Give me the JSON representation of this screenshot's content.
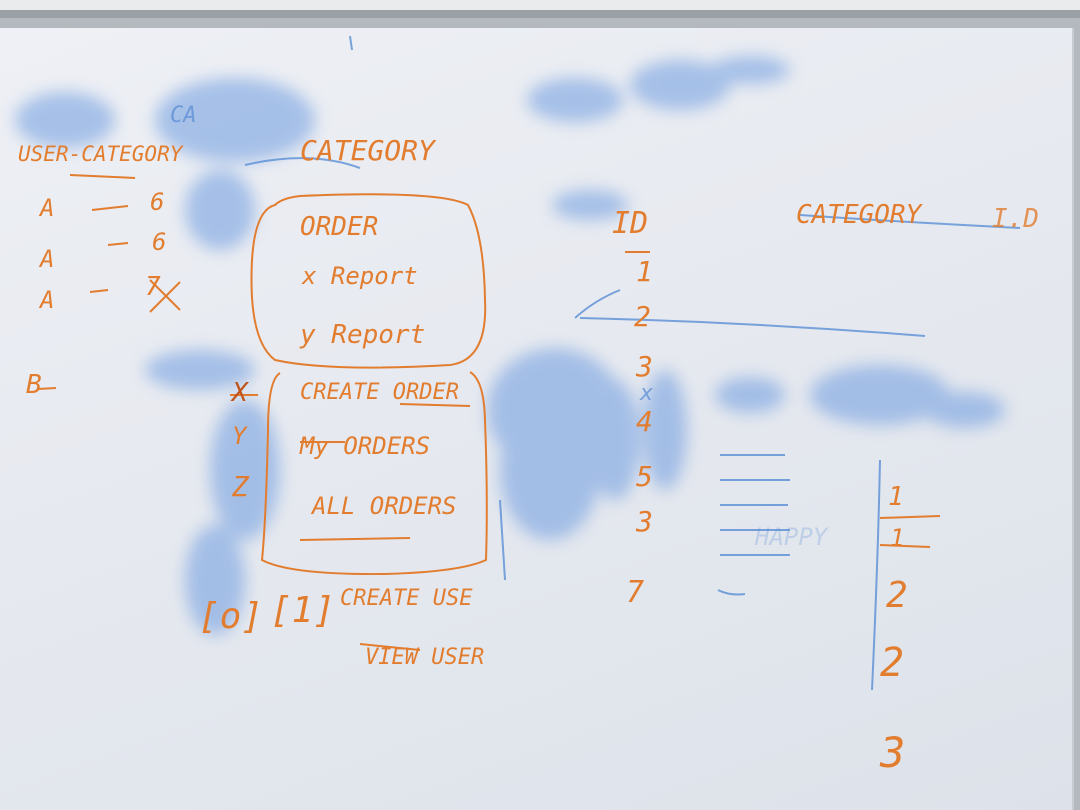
{
  "colors": {
    "board": "#e8ebf0",
    "frame": "#a9aeb4",
    "marker_orange": "#e27d2f",
    "marker_blue": "#5a8ed6"
  },
  "whiteboard": {
    "user_category": "USER-CATEGORY",
    "user_category_rows": [
      {
        "left": "A",
        "right": "6"
      },
      {
        "left": "A",
        "right": "6"
      },
      {
        "left": "A",
        "right": "7"
      }
    ],
    "b_label": "B",
    "category_top": "CATEGORY",
    "order_box": [
      "ORDER",
      "x Report",
      "y Report"
    ],
    "xyz": [
      "X",
      "Y",
      "Z"
    ],
    "orders_box": [
      "CREATE ORDER",
      "My ORDERS",
      "ALL ORDERS"
    ],
    "bracket_o": "[o]",
    "bracket_1": "[1]",
    "create_user": "CREATE USE",
    "view_user": "VIEW USER",
    "id_label": "ID",
    "id_values": [
      "1",
      "2",
      "3",
      "4",
      "5",
      "3",
      "7"
    ],
    "category_right": "CATEGORY",
    "category_right_suffix": "I.D",
    "right_values": [
      "1",
      "1",
      "2",
      "2",
      "3"
    ]
  }
}
